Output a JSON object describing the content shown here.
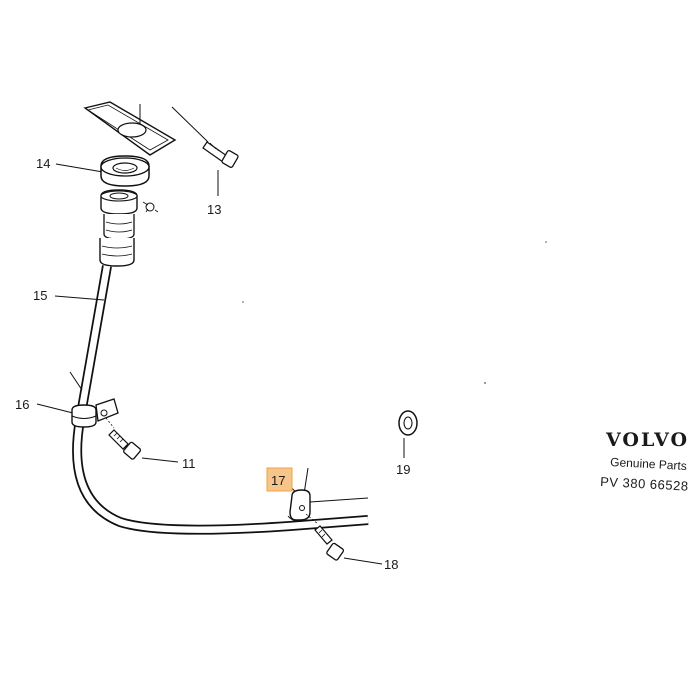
{
  "brand": {
    "logo": "VOLVO",
    "subtitle": "Genuine Parts",
    "part_number": "PV 380 66528"
  },
  "highlight_color": "#f7c48a",
  "callouts": {
    "c11": "11",
    "c13": "13",
    "c14": "14",
    "c15": "15",
    "c16": "16",
    "c17": "17",
    "c18": "18",
    "c19": "19"
  },
  "highlighted_callout": "17",
  "icons": [
    "hex-nut-icon",
    "bolt-icon",
    "washer-icon",
    "clamp-icon",
    "pipe-icon",
    "gasket-plate-icon"
  ]
}
